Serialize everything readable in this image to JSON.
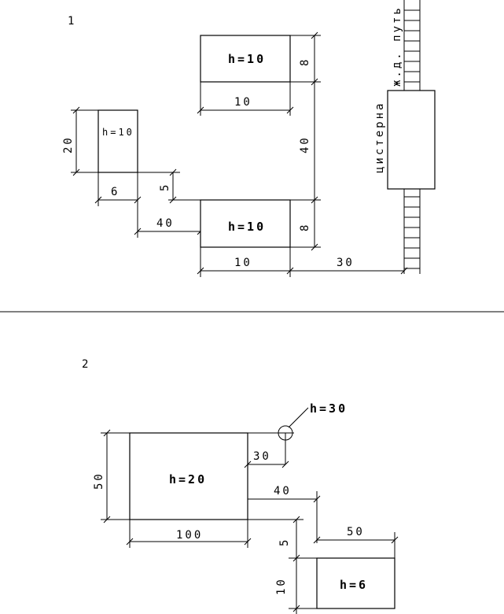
{
  "figure1": {
    "number": "1",
    "box_top_h": "h=10",
    "box_top_w": "10",
    "box_top_d": "8",
    "box_left_h": "h=10",
    "box_left_w": "6",
    "box_left_d": "20",
    "box_bottom_h": "h=10",
    "box_bottom_w": "10",
    "box_bottom_d": "8",
    "gap_vertical": "40",
    "gap_small": "5",
    "gap_horizontal": "40",
    "dist_to_tank": "30",
    "rail_label": "ж.д. путь",
    "tank_label": "цистерна"
  },
  "figure2": {
    "number": "2",
    "big_h": "h=20",
    "big_w": "100",
    "big_d": "50",
    "circle_h": "h=30",
    "dist_circle": "30",
    "dist_40": "40",
    "small_h": "h=6",
    "small_w": "50",
    "gap_5": "5",
    "small_d": "10"
  }
}
